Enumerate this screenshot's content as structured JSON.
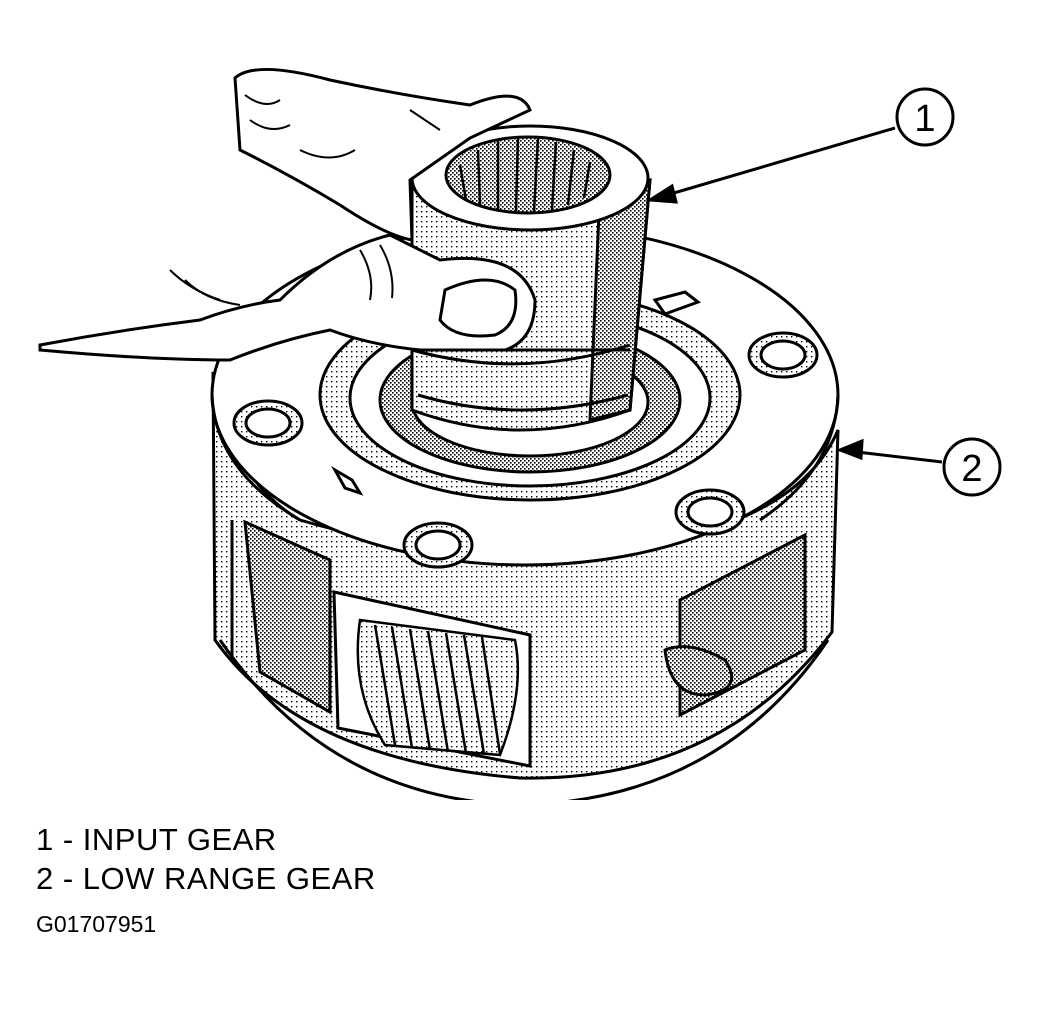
{
  "callouts": [
    {
      "number": "1",
      "target": "input gear"
    },
    {
      "number": "2",
      "target": "low range gear"
    }
  ],
  "legend": [
    {
      "number": "1",
      "label": "1 - INPUT GEAR"
    },
    {
      "number": "2",
      "label": "2 - LOW RANGE GEAR"
    }
  ],
  "figure_id": "G01707951",
  "colors": {
    "ink": "#000000",
    "paper": "#ffffff",
    "stipple": "#9a9a9a"
  }
}
